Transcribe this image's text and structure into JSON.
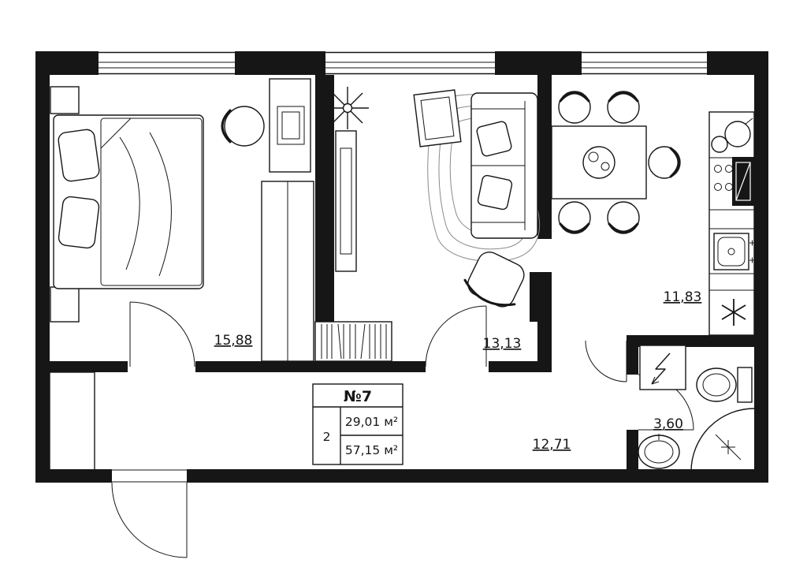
{
  "floor_plan": {
    "info_box": {
      "apartment_number": "№7",
      "rooms_count": "2",
      "living_area": "29,01 м²",
      "total_area": "57,15 м²"
    },
    "room_areas": {
      "bedroom": "15,88",
      "living_room": "13,13",
      "kitchen": "11,83",
      "hallway": "12,71",
      "bathroom": "3,60"
    },
    "colors": {
      "walls": "#161616",
      "background": "#ffffff",
      "carpet": "#8a8a8a"
    }
  }
}
